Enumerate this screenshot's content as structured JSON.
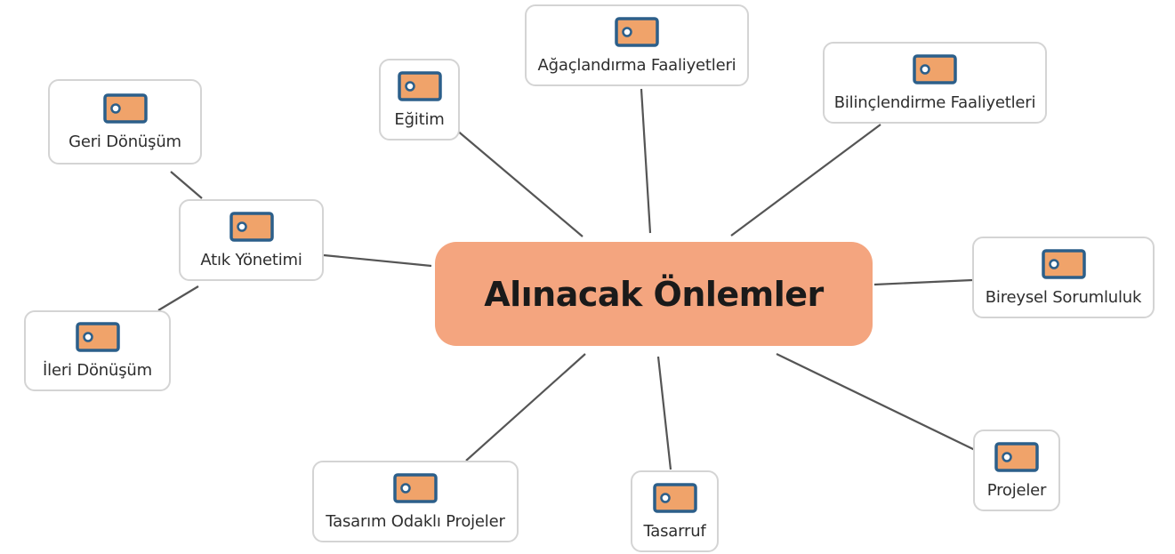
{
  "mindmap": {
    "center": {
      "label": "Alınacak Önlemler"
    },
    "nodes": {
      "egitim": {
        "label": "Eğitim"
      },
      "agaclandirma": {
        "label": "Ağaçlandırma Faaliyetleri"
      },
      "bilinclendirme": {
        "label": "Bilinçlendirme Faaliyetleri"
      },
      "bireysel": {
        "label": "Bireysel Sorumluluk"
      },
      "projeler": {
        "label": "Projeler"
      },
      "tasarruf": {
        "label": "Tasarruf"
      },
      "tasarim": {
        "label": "Tasarım Odaklı Projeler"
      },
      "atik": {
        "label": "Atık Yönetimi"
      },
      "geri": {
        "label": "Geri Dönüşüm"
      },
      "ileri": {
        "label": "İleri Dönüşüm"
      }
    }
  },
  "colors": {
    "center_fill": "#f4a57f",
    "node_border": "#d4d4d4",
    "link": "#555555",
    "tag_fill": "#f0a36a",
    "tag_outline": "#2c5f8a"
  },
  "icon": "tag-icon"
}
